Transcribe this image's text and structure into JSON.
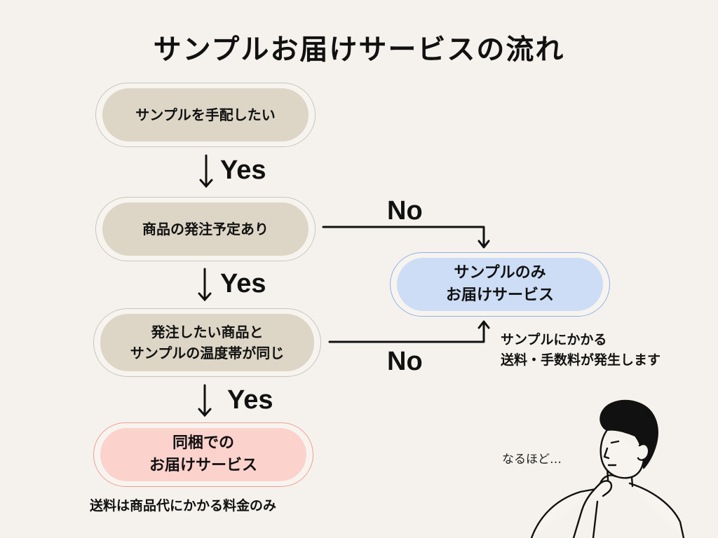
{
  "title": "サンプルお届けサービスの流れ",
  "nodes": {
    "start": "サンプルを手配したい",
    "order_planned": "商品の発注予定あり",
    "same_temp": "発注したい商品と\nサンプルの温度帯が同じ",
    "bundle": "同梱での\nお届けサービス",
    "sample_only": "サンプルのみ\nお届けサービス"
  },
  "labels": {
    "yes1": "Yes",
    "yes2": "Yes",
    "yes3": "Yes",
    "no1": "No",
    "no2": "No"
  },
  "notes": {
    "sample_only_fee": "サンプルにかかる\n送料・手数料が発生します",
    "bundle_fee": "送料は商品代にかかる料金のみ"
  },
  "character": {
    "speech": "なるほど…"
  },
  "colors": {
    "tan": "#ddd6c6",
    "blue": "#cdddf6",
    "pink": "#fcd2cd",
    "background": "#f5f2ed"
  }
}
